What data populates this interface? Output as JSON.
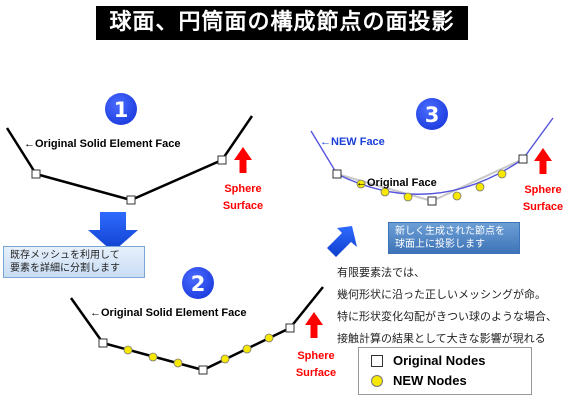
{
  "title": "球面、円筒面の構成節点の面投影",
  "steps": [
    "1",
    "2",
    "3"
  ],
  "labels": {
    "orig_face_1": "←Original Solid Element Face",
    "orig_face_2": "←Original Solid Element Face",
    "new_face": "←NEW Face",
    "orig_face_3": "←Original Face",
    "sphere_word": "Sphere",
    "surface_word": "Surface"
  },
  "notes": {
    "mesh_split": [
      "既存メッシュを利用して",
      "要素を詳細に分割します"
    ],
    "projection": [
      "新しく生成された節点を",
      "球面上に投影します"
    ]
  },
  "info_lines": [
    "有限要素法では、",
    "幾何形状に沿った正しいメッシングが命。",
    "特に形状変化勾配がきつい球のような場合、",
    "接触計算の結果として大きな影響が現れる"
  ],
  "legend": {
    "original_nodes": "Original Nodes",
    "new_nodes": "NEW Nodes"
  },
  "colors": {
    "step_circle": "#1f3fe0",
    "arrow_red": "#ff0000",
    "arrow_blue": "#1a52e6",
    "red_text": "#ff0000",
    "new_face_line": "#5555dd",
    "original_face_3": "#c8c8c8",
    "new_node": "#f6e800"
  }
}
